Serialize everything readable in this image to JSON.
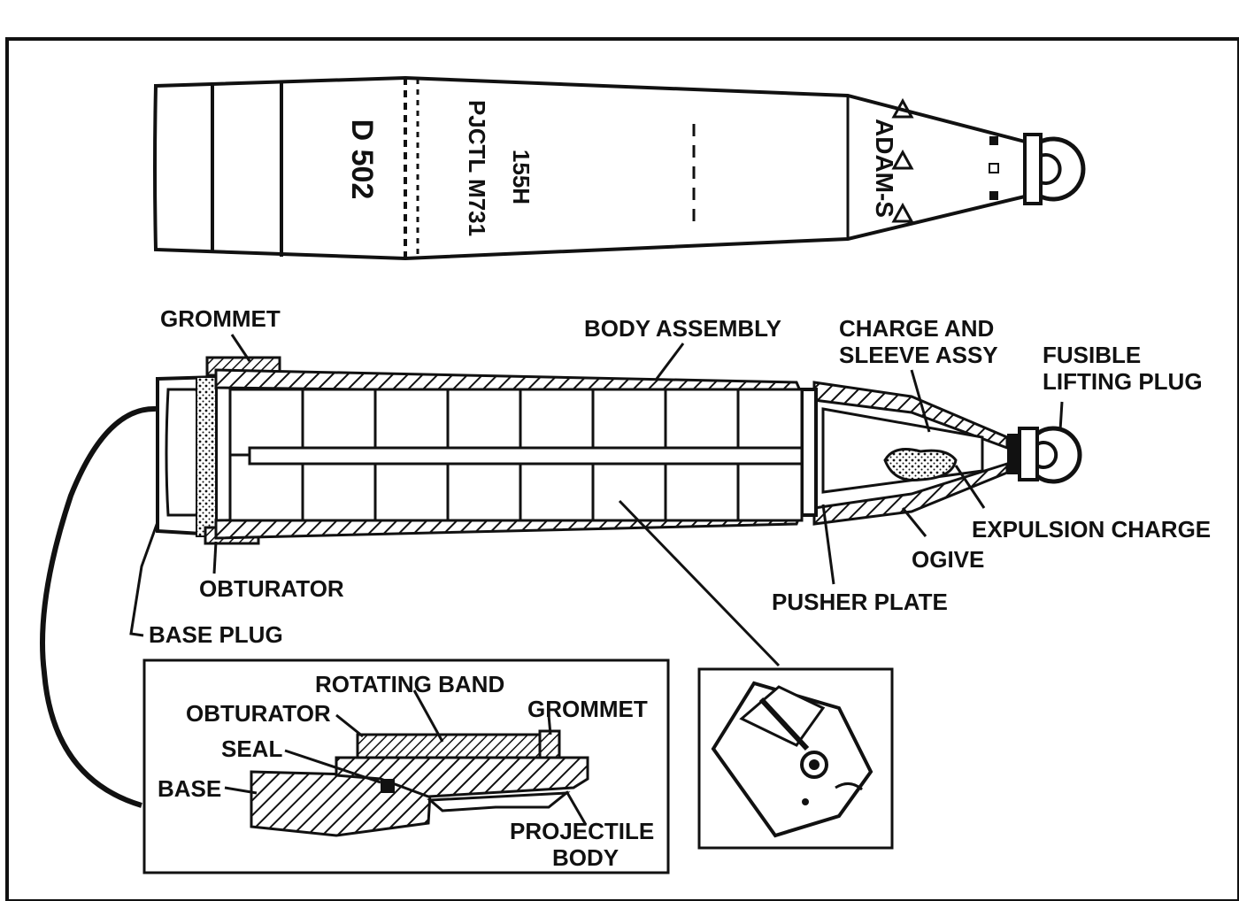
{
  "projectile_markings": {
    "lot_number": "D 502",
    "model": "PJCTL M731",
    "caliber": "155H",
    "fill": "ADAM-S"
  },
  "labels": {
    "grommet": "GROMMET",
    "body_assembly": "BODY ASSEMBLY",
    "charge_and": "CHARGE AND",
    "sleeve_assy": "SLEEVE ASSY",
    "fusible": "FUSIBLE",
    "lifting_plug": "LIFTING PLUG",
    "expulsion_charge": "EXPULSION CHARGE",
    "ogive": "OGIVE",
    "pusher_plate": "PUSHER PLATE",
    "obturator": "OBTURATOR",
    "base_plug": "BASE PLUG"
  },
  "detail": {
    "rotating_band": "ROTATING BAND",
    "obturator": "OBTURATOR",
    "grommet": "GROMMET",
    "seal": "SEAL",
    "base": "BASE",
    "projectile": "PROJECTILE",
    "body": "BODY"
  },
  "colors": {
    "ink": "#111111",
    "paper": "#ffffff"
  }
}
